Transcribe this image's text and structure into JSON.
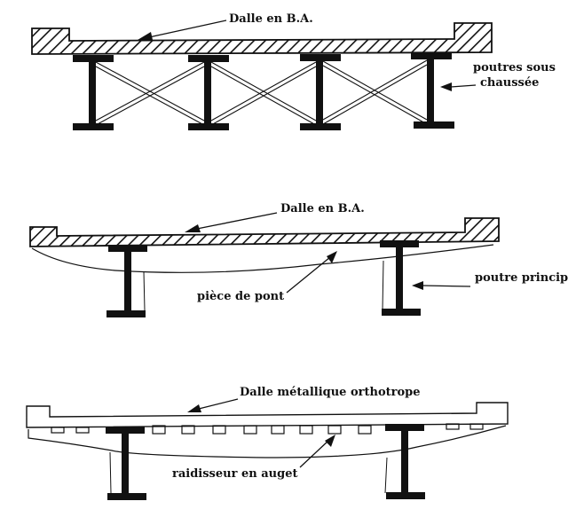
{
  "labels": {
    "dalle_ba_1": "Dalle en B.A.",
    "poutres_1": "poutres sous",
    "poutres_2": "chaussée",
    "dalle_ba_2": "Dalle en B.A.",
    "piece_de_pont": "pièce de pont",
    "poutre_principale": "poutre principale",
    "dalle_metallique": "Dalle métallique  orthotrope",
    "raidisseur": "raidisseur en auget"
  }
}
